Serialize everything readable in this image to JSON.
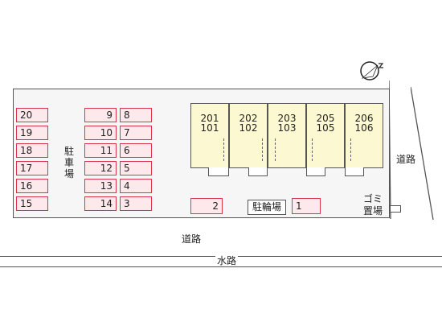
{
  "parking": {
    "label": [
      "駐",
      "車",
      "場"
    ],
    "col_left": [
      "20",
      "19",
      "18",
      "17",
      "16",
      "15"
    ],
    "col_mid_a": [
      "9",
      "10",
      "11",
      "12",
      "13",
      "14"
    ],
    "col_mid_b": [
      "8",
      "7",
      "6",
      "5",
      "4",
      "3"
    ],
    "slot_2": "2",
    "slot_1": "1"
  },
  "bicycle_parking": {
    "label": "駐輪場"
  },
  "units": [
    {
      "upper": "201",
      "lower": "101"
    },
    {
      "upper": "202",
      "lower": "102"
    },
    {
      "upper": "203",
      "lower": "103"
    },
    {
      "upper": "205",
      "lower": "105"
    },
    {
      "upper": "206",
      "lower": "106"
    }
  ],
  "garbage": {
    "line1": "ゴミ",
    "line2": "置場"
  },
  "road_right": {
    "label": [
      "道",
      "路"
    ]
  },
  "road_bottom": {
    "label": "道路"
  },
  "waterway": {
    "label": "水路"
  },
  "compass": {
    "icon": "north-arrow-icon",
    "north_label": "N"
  },
  "colors": {
    "slot_fill": "#fde8ec",
    "slot_border": "#d9334d",
    "building_fill": "#fbf8d2",
    "lot_fill": "#f6f6f6"
  }
}
